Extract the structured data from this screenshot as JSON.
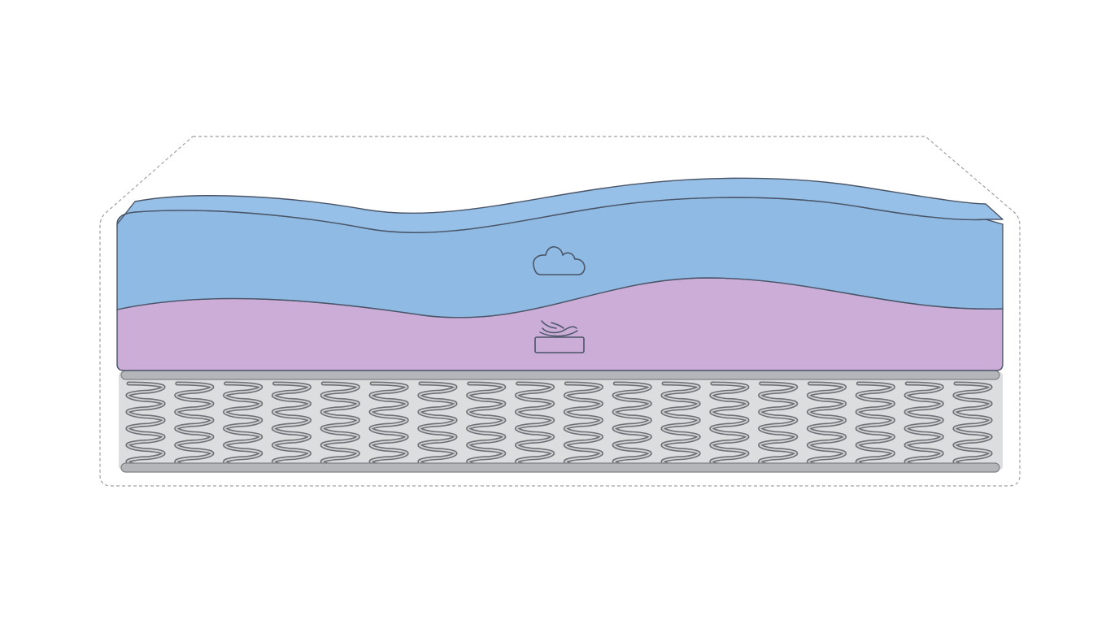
{
  "diagram": {
    "kind": "mattress-layers-cross-section",
    "layers": [
      {
        "name": "comfort-layer",
        "icon": "cloud-icon",
        "color": "#8FBAE3"
      },
      {
        "name": "support-foam-layer",
        "icon": "hand-pressing-foam-icon",
        "color": "#CCADD8"
      },
      {
        "name": "spring-layer",
        "icon": "coil-spring-icon",
        "color": "#DCDDDF",
        "coil_count": 18
      }
    ],
    "colors": {
      "outline": "#4A5568",
      "spring": "#6E7074",
      "spring_rail": "#B5B6B9",
      "dashed_border": "#A0A0A0"
    }
  }
}
